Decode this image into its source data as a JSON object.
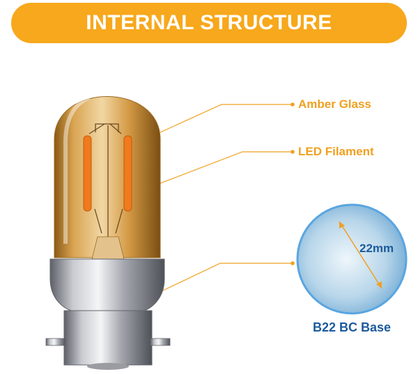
{
  "header": {
    "title": "INTERNAL STRUCTURE"
  },
  "callouts": {
    "amber_glass": "Amber Glass",
    "led_filament": "LED Filament",
    "base": "B22 BC Base"
  },
  "inset": {
    "dimension_label": "22mm"
  },
  "colors": {
    "banner": "#f7a81c",
    "callout_text": "#f0a020",
    "base_caption": "#1c5b9c",
    "inset_ring": "#5aa5e0"
  }
}
